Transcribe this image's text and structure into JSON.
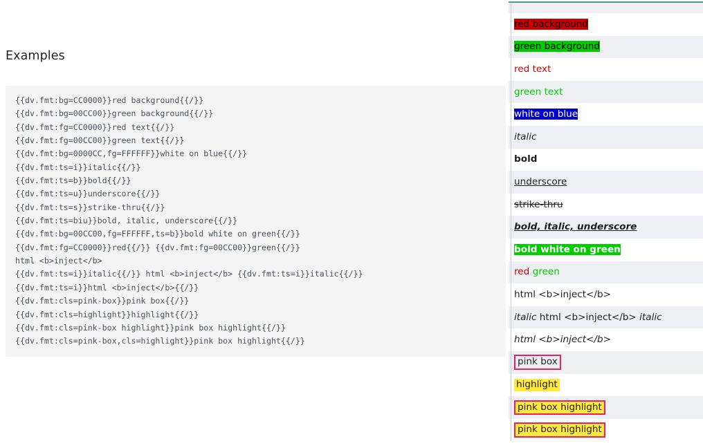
{
  "heading": "Examples",
  "code": {
    "lines": [
      "{{dv.fmt:bg=CC0000}}red background{{/}}",
      "{{dv.fmt:bg=00CC00}}green background{{/}}",
      "{{dv.fmt:fg=CC0000}}red text{{/}}",
      "{{dv.fmt:fg=00CC00}}green text{{/}}",
      "{{dv.fmt:bg=0000CC,fg=FFFFFF}}white on blue{{/}}",
      "{{dv.fmt:ts=i}}italic{{/}}",
      "{{dv.fmt:ts=b}}bold{{/}}",
      "{{dv.fmt:ts=u}}underscore{{/}}",
      "{{dv.fmt:ts=s}}strike-thru{{/}}",
      "{{dv.fmt:ts=biu}}bold, italic, underscore{{/}}",
      "{{dv.fmt:bg=00CC00,fg=FFFFFF,ts=b}}bold white on green{{/}}",
      "{{dv.fmt:fg=CC0000}}red{{/}} {{dv.fmt:fg=00CC00}}green{{/}}",
      "html <b>inject</b>",
      "{{dv.fmt:ts=i}}italic{{/}} html <b>inject</b> {{dv.fmt:ts=i}}italic{{/}}",
      "{{dv.fmt:ts=i}}html <b>inject</b>{{/}}",
      "{{dv.fmt:cls=pink-box}}pink box{{/}}",
      "{{dv.fmt:cls=highlight}}highlight{{/}}",
      "{{dv.fmt:cls=pink-box highlight}}pink box highlight{{/}}",
      "{{dv.fmt:cls=pink-box,cls=highlight}}pink box highlight{{/}}"
    ]
  },
  "preview": {
    "accent_rule_color": "#4d9c8b",
    "alt_row_color": "#eeeff3",
    "rows": [
      {
        "segments": [
          {
            "text": "red background",
            "style": "bg-red"
          }
        ]
      },
      {
        "segments": [
          {
            "text": "green background",
            "style": "bg-green"
          }
        ]
      },
      {
        "segments": [
          {
            "text": "red text",
            "style": "fg-red"
          }
        ]
      },
      {
        "segments": [
          {
            "text": "green text",
            "style": "fg-green"
          }
        ]
      },
      {
        "segments": [
          {
            "text": "white on blue",
            "style": "bg-blue-fg-white"
          }
        ]
      },
      {
        "segments": [
          {
            "text": "italic",
            "style": "ts-i"
          }
        ]
      },
      {
        "segments": [
          {
            "text": "bold",
            "style": "ts-b"
          }
        ]
      },
      {
        "segments": [
          {
            "text": "underscore",
            "style": "ts-u"
          }
        ]
      },
      {
        "segments": [
          {
            "text": "strike-thru",
            "style": "ts-s"
          }
        ]
      },
      {
        "segments": [
          {
            "text": "bold, italic, underscore",
            "style": "ts-biu"
          }
        ]
      },
      {
        "segments": [
          {
            "text": "bold white on green",
            "style": "bg-green-fg-white-b"
          }
        ]
      },
      {
        "segments": [
          {
            "text": "red",
            "style": "fg-red"
          },
          {
            "text": " ",
            "style": ""
          },
          {
            "text": "green",
            "style": "fg-green"
          }
        ]
      },
      {
        "segments": [
          {
            "text": "html <b>inject</b>",
            "style": ""
          }
        ]
      },
      {
        "segments": [
          {
            "text": "italic",
            "style": "ts-i"
          },
          {
            "text": " html <b>inject</b> ",
            "style": ""
          },
          {
            "text": "italic",
            "style": "ts-i"
          }
        ]
      },
      {
        "segments": [
          {
            "text": "html <b>inject</b>",
            "style": "ts-i"
          }
        ]
      },
      {
        "segments": [
          {
            "text": "pink box",
            "style": "pink-box"
          }
        ]
      },
      {
        "segments": [
          {
            "text": "highlight",
            "style": "highlight"
          }
        ]
      },
      {
        "segments": [
          {
            "text": "pink box highlight",
            "style": "pink-box highlight"
          }
        ]
      },
      {
        "segments": [
          {
            "text": "pink box highlight",
            "style": "pink-box highlight"
          }
        ]
      }
    ]
  },
  "colors": {
    "red": "#CC0000",
    "green": "#00CC00",
    "blue": "#0000CC",
    "white": "#FFFFFF",
    "pink_border": "#E91E63",
    "highlight_yellow": "#FFE93F",
    "code_background": "#f4f4f5",
    "code_text": "#4a5157"
  }
}
